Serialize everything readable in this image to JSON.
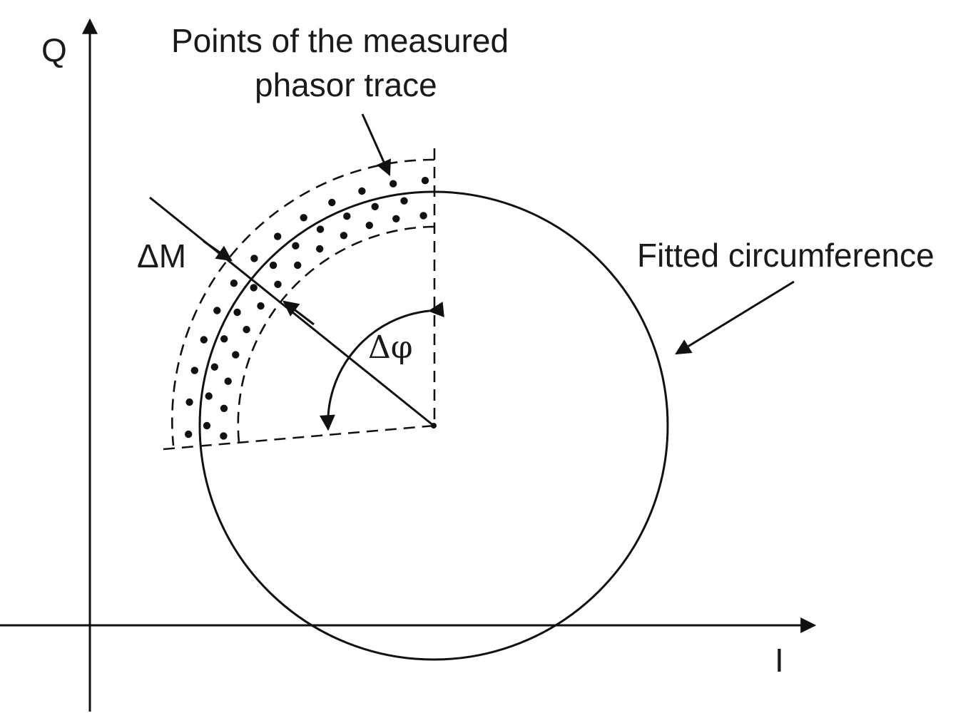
{
  "labels": {
    "q_axis": "Q",
    "i_axis": "I",
    "points_line1": "Points of the measured",
    "points_line2": "phasor trace",
    "fitted": "Fitted circumference",
    "delta_m": "ΔM",
    "delta_phi": "Δφ"
  },
  "colors": {
    "ink": "#111111",
    "background": "#ffffff"
  }
}
